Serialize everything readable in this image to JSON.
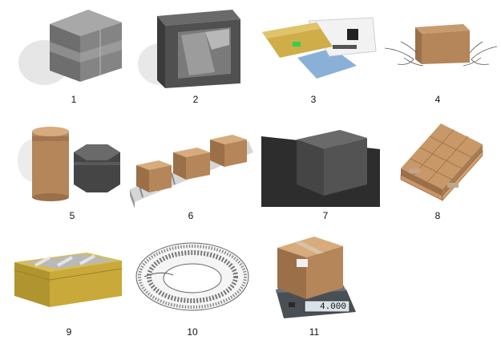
{
  "items": [
    {
      "number": "1",
      "icon": "stretch-wrapped-box-icon"
    },
    {
      "number": "2",
      "icon": "window-box-icon"
    },
    {
      "number": "3",
      "icon": "padded-envelopes-icon"
    },
    {
      "number": "4",
      "icon": "hands-holding-box-icon"
    },
    {
      "number": "5",
      "icon": "cylinder-and-hexagon-boxes-icon"
    },
    {
      "number": "6",
      "icon": "conveyor-boxes-icon"
    },
    {
      "number": "7",
      "icon": "black-box-icon"
    },
    {
      "number": "8",
      "icon": "pallet-boxes-icon"
    },
    {
      "number": "9",
      "icon": "gold-gift-box-icon"
    },
    {
      "number": "10",
      "icon": "bubble-wrap-roll-icon"
    },
    {
      "number": "11",
      "icon": "box-on-scale-icon"
    }
  ],
  "scale_display": "4.000",
  "colors": {
    "cardboard": "#b48659",
    "tape": "#d8c2a3",
    "dark_gray": "#3c3c3c",
    "gold": "#c8a93a"
  }
}
